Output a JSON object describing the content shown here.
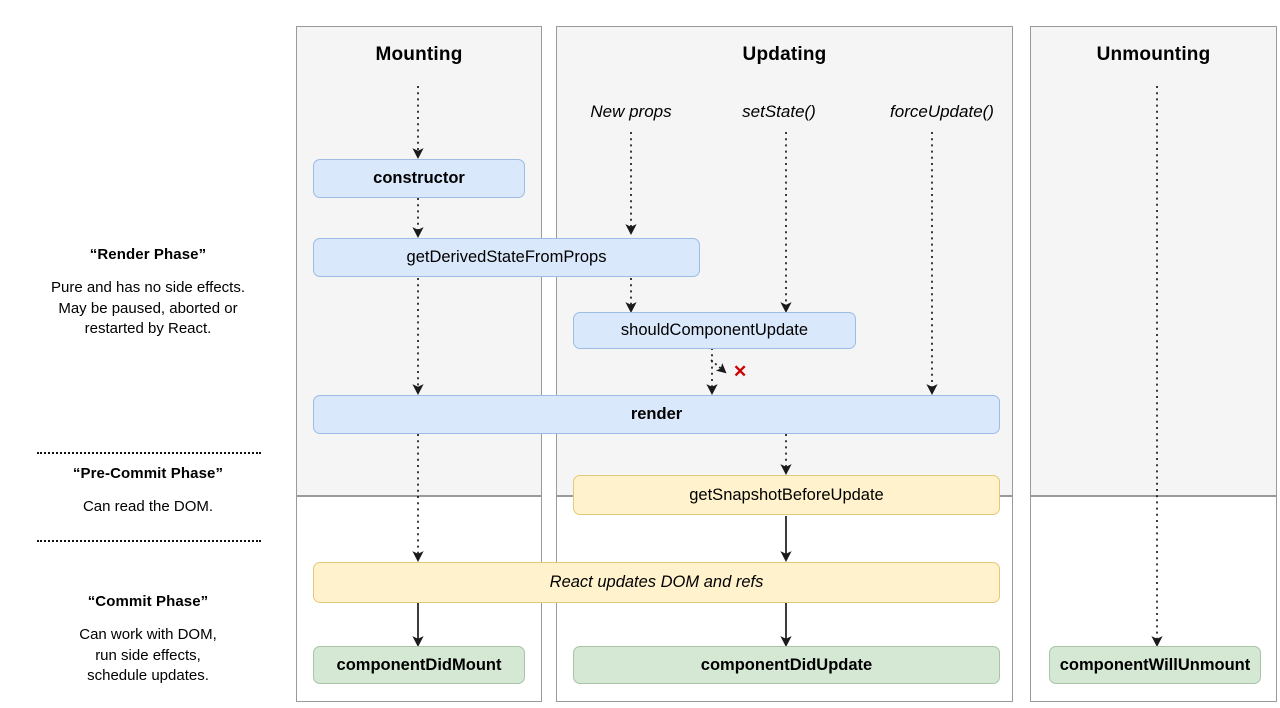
{
  "legend": {
    "phases": [
      {
        "id": "render-phase",
        "title": "“Render Phase”",
        "body": "Pure and has no side effects.\nMay be paused, aborted or\nrestarted by React."
      },
      {
        "id": "pre-commit-phase",
        "title": "“Pre-Commit Phase”",
        "body": "Can read the DOM."
      },
      {
        "id": "commit-phase",
        "title": "“Commit Phase”",
        "body": "Can work with DOM,\nrun side effects,\nschedule updates."
      }
    ]
  },
  "columns": [
    {
      "id": "mounting",
      "title": "Mounting"
    },
    {
      "id": "updating",
      "title": "Updating"
    },
    {
      "id": "unmounting",
      "title": "Unmounting"
    }
  ],
  "triggers": [
    {
      "id": "new-props",
      "label": "New props"
    },
    {
      "id": "set-state",
      "label": "setState()"
    },
    {
      "id": "force-update",
      "label": "forceUpdate()"
    }
  ],
  "nodes": [
    {
      "id": "constructor",
      "label": "constructor",
      "color": "#dae8fc"
    },
    {
      "id": "get-derived-state",
      "label": "getDerivedStateFromProps",
      "color": "#dae8fc"
    },
    {
      "id": "should-component-update",
      "label": "shouldComponentUpdate",
      "color": "#dae8fc"
    },
    {
      "id": "render",
      "label": "render",
      "color": "#dae8fc"
    },
    {
      "id": "get-snapshot",
      "label": "getSnapshotBeforeUpdate",
      "color": "#fff2cc"
    },
    {
      "id": "react-updates-dom",
      "label": "React updates DOM and refs",
      "color": "#fff2cc"
    },
    {
      "id": "component-did-mount",
      "label": "componentDidMount",
      "color": "#d5e8d4"
    },
    {
      "id": "component-did-update",
      "label": "componentDidUpdate",
      "color": "#d5e8d4"
    },
    {
      "id": "component-will-unmount",
      "label": "componentWillUnmount",
      "color": "#d5e8d4"
    }
  ],
  "markers": {
    "skip_update_x": "✕"
  },
  "colors": {
    "blue_fill": "#dae8fc",
    "blue_stroke": "#9dbce2",
    "yellow_fill": "#fff2cc",
    "yellow_stroke": "#e3c97a",
    "green_fill": "#d5e8d4",
    "green_stroke": "#a9c3a6",
    "panel_fill": "#f5f5f5",
    "panel_stroke": "#9a9a9a",
    "x_mark": "#cc0000",
    "text": "#000000"
  }
}
